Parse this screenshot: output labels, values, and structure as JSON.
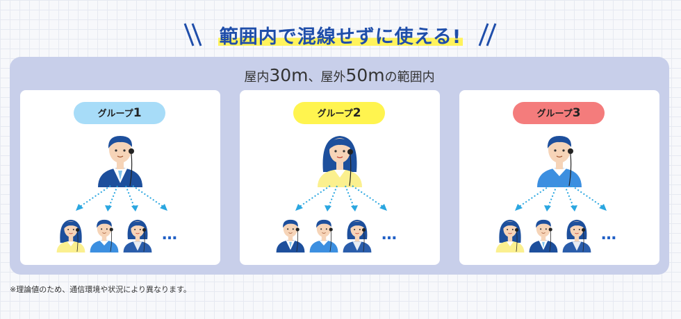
{
  "headline": "範囲内で混線せずに使える!",
  "range": {
    "prefix": "屋内",
    "indoor": "30m",
    "mid": "、屋外",
    "outdoor": "50m",
    "suffix": "の範囲内"
  },
  "groups": [
    {
      "label": "グループ",
      "number": "1",
      "color": "#a7dcf8"
    },
    {
      "label": "グループ",
      "number": "2",
      "color": "#fff44f"
    },
    {
      "label": "グループ",
      "number": "3",
      "color": "#f47c7c"
    }
  ],
  "more_indicator": "…",
  "footnote": "※理論値のため、通信環境や状況により異なります。",
  "colors": {
    "brand_blue": "#1f4eaa",
    "arrow": "#2aa6e0",
    "panel": "#c8cfea",
    "highlight": "#fff35c"
  }
}
